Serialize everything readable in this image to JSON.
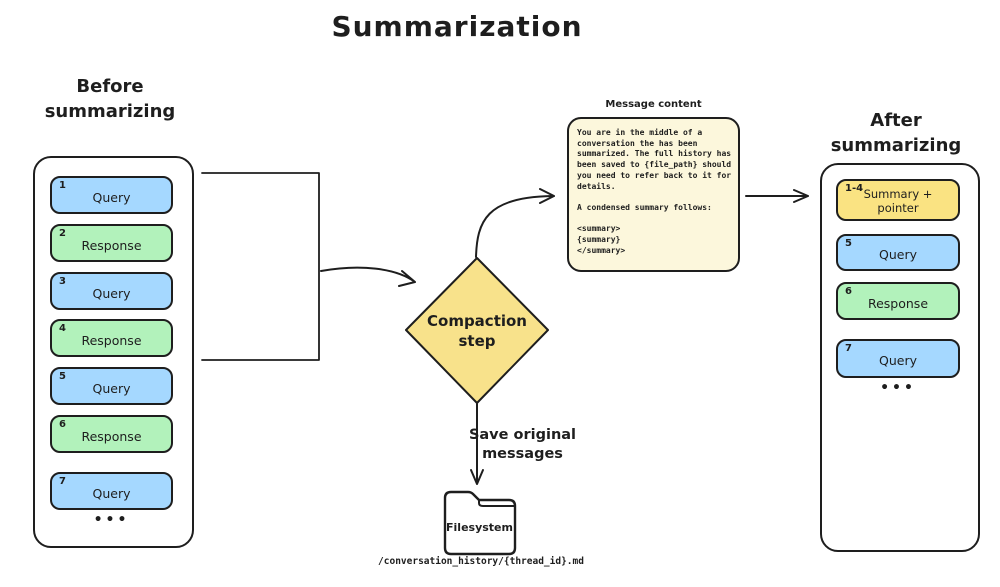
{
  "title": "Summarization",
  "colors": {
    "stroke": "#1e1e1e",
    "blue": "#a5d8ff",
    "green": "#b2f2bb",
    "yellow": "#f8e28b",
    "yellow-deep": "#fae382",
    "cream": "#fcf7dc"
  },
  "before": {
    "title": "Before\nsummarizing",
    "messages": [
      {
        "num": "1",
        "label": "Query",
        "type": "blue"
      },
      {
        "num": "2",
        "label": "Response",
        "type": "green"
      },
      {
        "num": "3",
        "label": "Query",
        "type": "blue"
      },
      {
        "num": "4",
        "label": "Response",
        "type": "green"
      },
      {
        "num": "5",
        "label": "Query",
        "type": "blue"
      },
      {
        "num": "6",
        "label": "Response",
        "type": "green"
      },
      {
        "num": "7",
        "label": "Query",
        "type": "blue"
      }
    ],
    "ellipsis": "•••"
  },
  "after": {
    "title": "After\nsummarizing",
    "messages": [
      {
        "num": "1-4",
        "label": "Summary +\npointer",
        "type": "yellow"
      },
      {
        "num": "5",
        "label": "Query",
        "type": "blue"
      },
      {
        "num": "6",
        "label": "Response",
        "type": "green"
      },
      {
        "num": "7",
        "label": "Query",
        "type": "blue"
      }
    ],
    "ellipsis": "•••"
  },
  "note": {
    "title": "Message content",
    "body": "You are in the middle of a\nconversation the has been\nsummarized. The full history has\nbeen saved to {file_path} should\nyou need to refer back to it for\ndetails.\n\nA condensed summary follows:\n\n<summary>\n{summary}\n</summary>"
  },
  "compaction": {
    "label": "Compaction\nstep"
  },
  "save_label": "Save original\nmessages",
  "folder_label": "Filesystem",
  "path_label": "/conversation_history/{thread_id}.md"
}
